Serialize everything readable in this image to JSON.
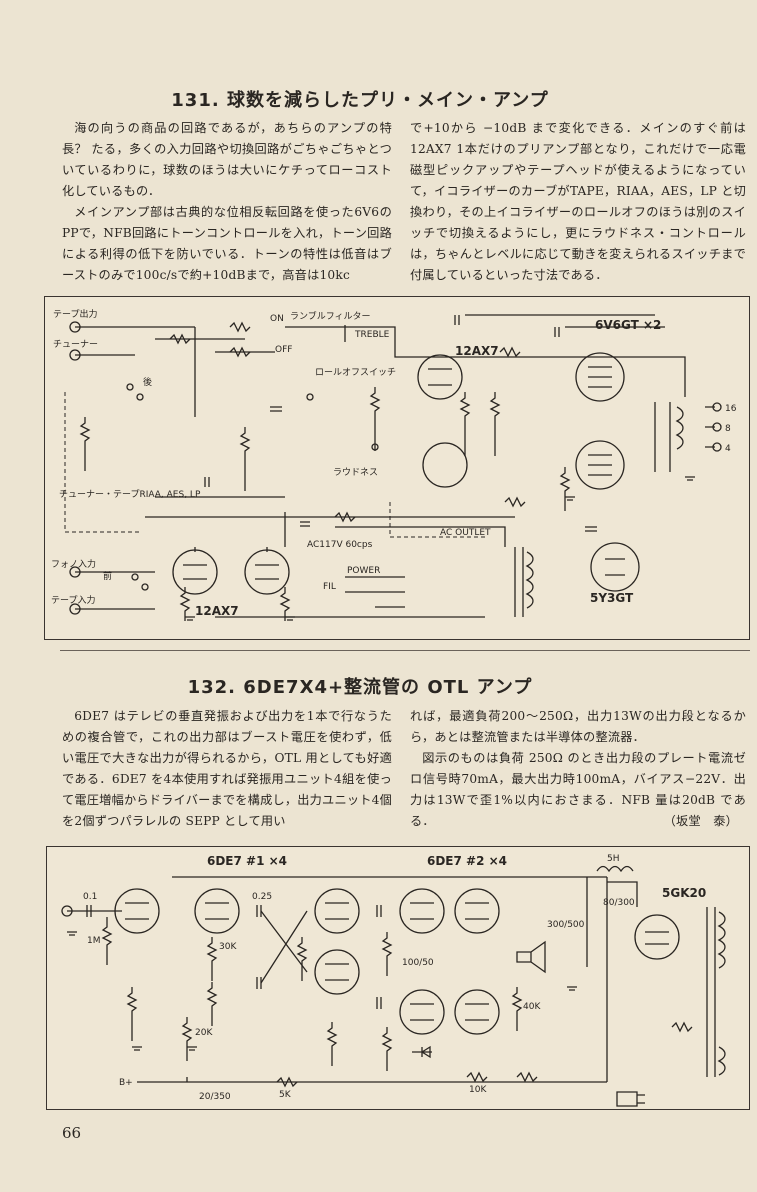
{
  "article1": {
    "title": "131. 球数を減らしたプリ・メイン・アンプ",
    "left_paragraphs": [
      "海の向うの商品の回路であるが，あちらのアンプの特長？ たる，多くの入力回路や切換回路がごちゃごちゃとついているわりに，球数のほうは大いにケチってローコスト化しているもの．",
      "メインアンプ部は古典的な位相反転回路を使った6V6のPPで，NFB回路にトーンコントロールを入れ，トーン回路による利得の低下を防いでいる．トーンの特性は低音はブーストのみで100c/sで約+10dBまで，高音は10kc"
    ],
    "right_paragraphs": [
      "で+10から −10dB まで変化できる．メインのすぐ前は12AX7 1本だけのプリアンプ部となり，これだけで一応電磁型ピックアップやテープヘッドが使えるようになっていて，イコライザーのカーブがTAPE，RIAA，AES，LP と切換わり，その上イコライザーのロールオフのほうは別のスイッチで切換えるようにし，更にラウドネス・コントロールは，ちゃんとレベルに応じて動きを変えられるスイッチまで付属しているといった寸法である．"
    ],
    "schematic_labels": {
      "tube_main": "6V6GT ×2",
      "tube_pre": "12AX7",
      "tube_pre_b": "12AX7",
      "tube_rect": "5Y3GT",
      "treble": "TREBLE",
      "tape_out": "テープ出力",
      "tuner": "チューナー",
      "rumble": "ランブルフィルター",
      "rolloff": "ロールオフスイッチ",
      "loudness": "ラウドネス",
      "eq_sel": "チューナー・テープRIAA, AES, LP",
      "phono": "フォノ入力",
      "tape_in": "テープ入力",
      "ac": "AC117V 60cps",
      "ac_outlet": "AC OUTLET",
      "power": "POWER",
      "fil": "FIL",
      "out16": "16",
      "out8": "8",
      "out4": "4",
      "on": "ON",
      "off": "OFF",
      "front": "前",
      "rear": "後"
    }
  },
  "article2": {
    "title": "132. 6DE7X4+整流管の OTL アンプ",
    "left_paragraphs": [
      "6DE7 はテレビの垂直発振および出力を1本で行なうための複合管で，これの出力部はブースト電圧を使わず，低い電圧で大きな出力が得られるから，OTL 用としても好適である．6DE7 を4本使用すれば発振用ユニット4組を使って電圧増幅からドライバーまでを構成し，出力ユニット4個を2個ずつパラレルの SEPP として用い"
    ],
    "right_paragraphs": [
      "れば，最適負荷200〜250Ω，出力13Wの出力段となるから，あとは整流管または半導体の整流器．",
      "図示のものは負荷 250Ω のとき出力段のプレート電流ゼロ信号時70mA，最大出力時100mA，バイアス−22V．出力は13Wで歪1%以内におさまる．NFB 量は20dB である．"
    ],
    "author": "（坂堂　泰）",
    "schematic_labels": {
      "tube_a": "6DE7 #1 ×4",
      "tube_b": "6DE7 #2 ×4",
      "tube_rect": "5GK20",
      "choke": "5H",
      "bplus": "B+",
      "r1": "1M",
      "r2": "30K",
      "r3": "20K",
      "r4": "5K",
      "r5": "40K",
      "r6": "10K",
      "c1": "0.1",
      "c2": "0.25",
      "c3": "20/350",
      "c4": "80/300",
      "c5": "100/50",
      "c6": "300/500"
    }
  },
  "page_number": "66"
}
